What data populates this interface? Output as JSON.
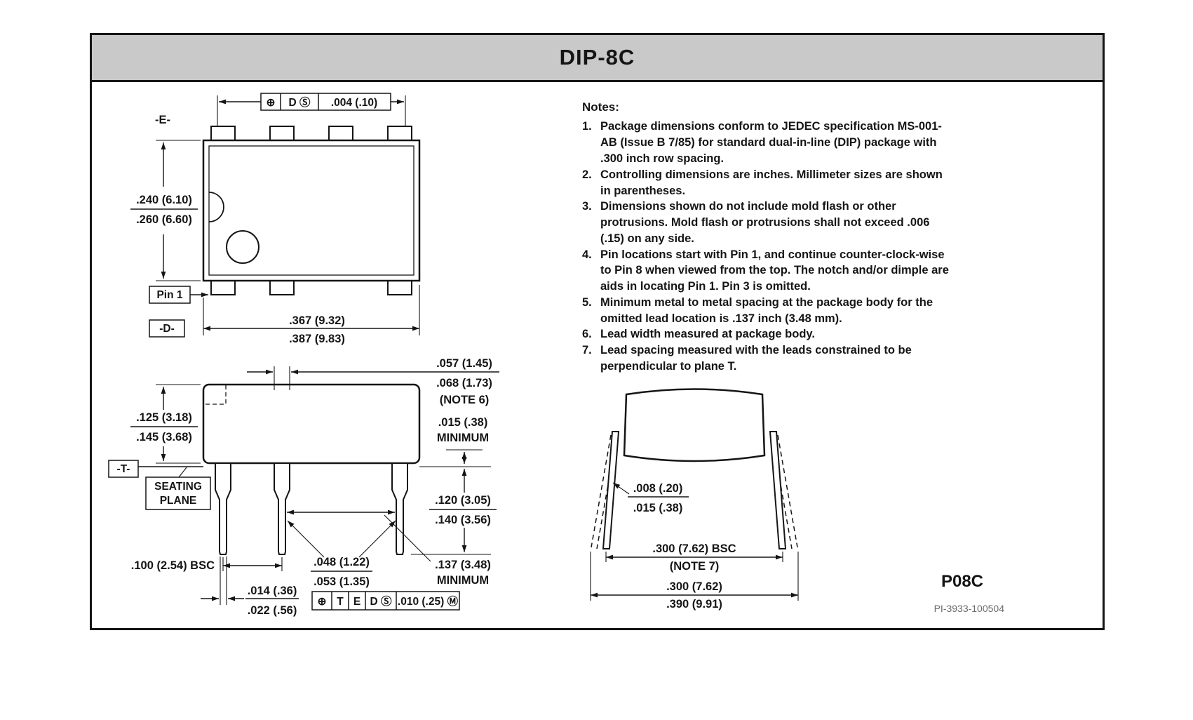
{
  "title": "DIP-8C",
  "colors": {
    "header_bg": "#c9c9c9",
    "line_color": "#151515"
  },
  "top_view": {
    "datum_e": "-E-",
    "datum_d": "-D-",
    "pin1_label": "Pin 1",
    "fcf": {
      "sym": "⊕",
      "datum": "D Ⓢ",
      "tol": ".004 (.10)"
    },
    "dim_body_height": {
      "min": ".240 (6.10)",
      "max": ".260 (6.60)"
    },
    "dim_body_width": {
      "min": ".367 (9.32)",
      "max": ".387 (9.83)"
    }
  },
  "side_view": {
    "datum_t": "-T-",
    "seating_line1": "SEATING",
    "seating_line2": "PLANE",
    "dim_lead_width": {
      "min": ".057 (1.45)",
      "max": ".068 (1.73)",
      "note": "(NOTE 6)"
    },
    "dim_body_thickness": {
      "min": ".125 (3.18)",
      "max": ".145 (3.68)"
    },
    "dim_standoff": {
      "val": ".015 (.38)",
      "qual": "MINIMUM"
    },
    "dim_lead_length": {
      "min": ".120 (3.05)",
      "max": ".140 (3.56)"
    },
    "dim_pitch": ".100 (2.54) BSC",
    "dim_lead_tip_width": {
      "min": ".048 (1.22)",
      "max": ".053 (1.35)"
    },
    "dim_omitted_gap": {
      "val": ".137 (3.48)",
      "qual": "MINIMUM"
    },
    "dim_lead_thickness": {
      "min": ".014 (.36)",
      "max": ".022 (.56)"
    },
    "fcf": {
      "sym": "⊕",
      "d1": "T",
      "d2": "E",
      "d3": "D Ⓢ",
      "tol": ".010 (.25) Ⓜ"
    }
  },
  "end_view": {
    "dim_lead_thickness": {
      "min": ".008 (.20)",
      "max": ".015 (.38)"
    },
    "dim_row_spacing": {
      "val": ".300 (7.62) BSC",
      "note": "(NOTE 7)"
    },
    "dim_lead_spread": {
      "min": ".300 (7.62)",
      "max": ".390 (9.91)"
    }
  },
  "notes": {
    "heading": "Notes:",
    "items": [
      {
        "num": "1.",
        "text": "Package dimensions conform to JEDEC specification MS-001-AB (Issue B 7/85) for standard dual-in-line (DIP) package with .300 inch row spacing."
      },
      {
        "num": "2.",
        "text": "Controlling dimensions are inches. Millimeter sizes are shown in parentheses."
      },
      {
        "num": "3.",
        "text": "Dimensions shown do not include mold flash or other protrusions. Mold flash or protrusions shall not exceed .006 (.15) on any side."
      },
      {
        "num": "4.",
        "text": "Pin locations start with Pin 1, and continue counter-clock-wise to Pin 8 when viewed from the top. The notch and/or dimple are aids in locating Pin 1. Pin 3 is omitted."
      },
      {
        "num": "5.",
        "text": "Minimum metal to metal spacing at the package body for the omitted lead location is .137 inch (3.48 mm)."
      },
      {
        "num": "6.",
        "text": "Lead width measured at package body."
      },
      {
        "num": "7.",
        "text": "Lead spacing measured with the leads constrained to be perpendicular to plane T."
      }
    ]
  },
  "footer": {
    "package_code": "P08C",
    "doc_number": "PI-3933-100504"
  }
}
